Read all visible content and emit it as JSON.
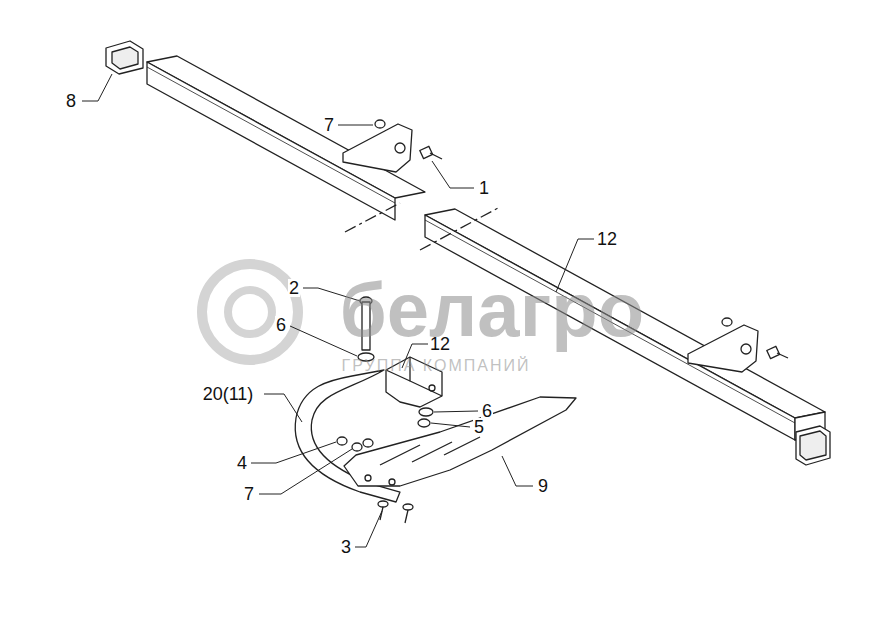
{
  "diagram": {
    "labels": [
      "8",
      "7",
      "1",
      "12",
      "2",
      "6",
      "12",
      "20(11)",
      "4",
      "7",
      "3",
      "5",
      "6",
      "9",
      "белагро",
      "ГРУППА КОМПАНИЙ"
    ]
  }
}
